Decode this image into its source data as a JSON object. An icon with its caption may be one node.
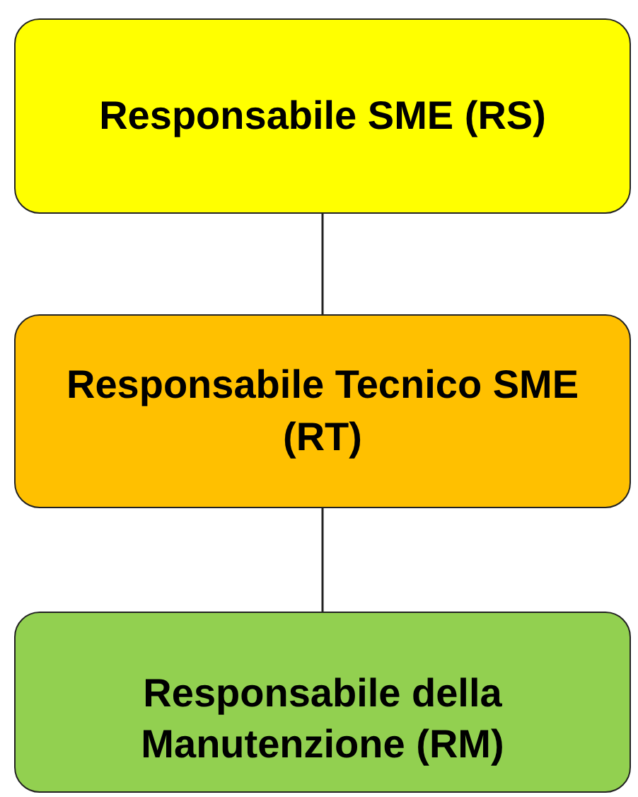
{
  "diagram": {
    "nodes": [
      {
        "text": [
          "Responsabile SME (RS)"
        ]
      },
      {
        "text": [
          "Responsabile Tecnico SME (RT)"
        ]
      },
      {
        "text": [
          "Responsabile della Manutenzione (RM)"
        ]
      }
    ],
    "edges": [
      {
        "from": 0,
        "to": 1,
        "arrow": "none"
      },
      {
        "from": 1,
        "to": 2,
        "arrow": "none"
      }
    ]
  }
}
